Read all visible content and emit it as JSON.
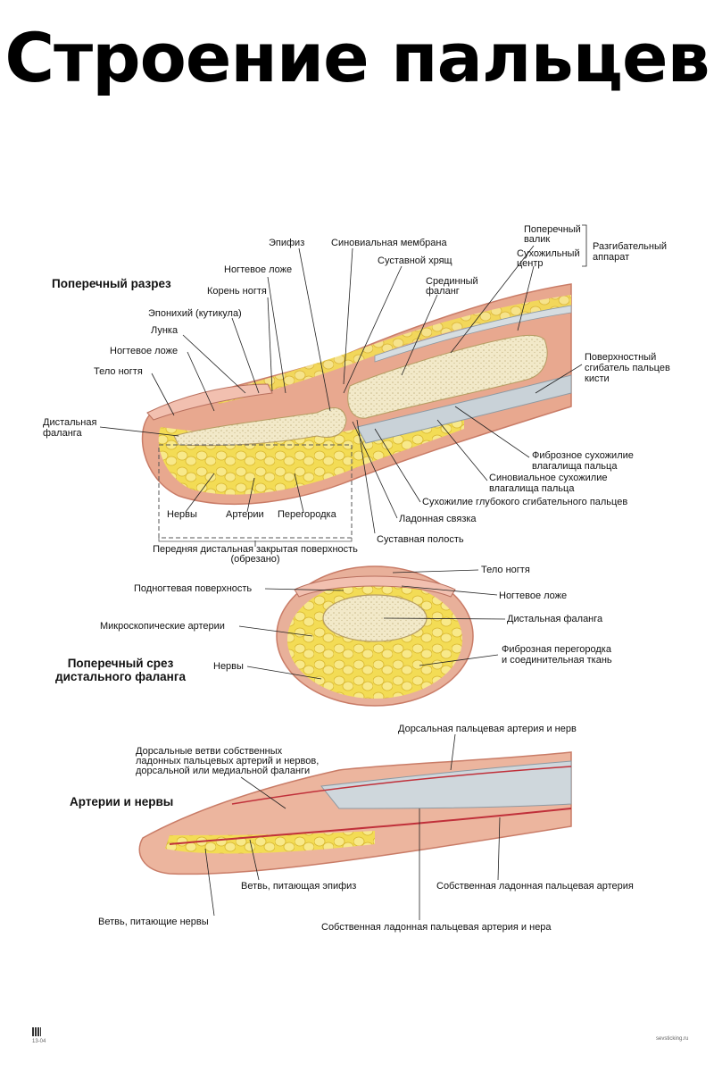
{
  "title": "Строение пальцев",
  "sections": {
    "longitudinal": "Поперечный разрез",
    "cross": "Поперечный срез\nдистального фаланга",
    "arteries": "Артерии и нервы"
  },
  "labels_top": {
    "epiphysis": "Эпифиз",
    "synovial_membrane": "Синовиальная мембрана",
    "transverse_roll": "Поперечный\nвалик",
    "tendon_center": "Сухожильный\nцентр",
    "extensor": "Разгибательный\nаппарат",
    "nail_bed_1": "Ногтевое ложе",
    "articular_cartilage": "Суставной хрящ",
    "nail_root": "Корень ногтя",
    "middle_phalanx": "Срединный\nфаланг",
    "eponychium": "Эпонихий (кутикула)",
    "lunula": "Лунка",
    "nail_bed_2": "Ногтевое ложе",
    "nail_body": "Тело ногтя",
    "superficial_flexor": "Поверхностный\nсгибатель пальцев\nкисти",
    "distal_phalanx": "Дистальная\nфаланга",
    "fibrous_sheath": "Фиброзное сухожилие\nвлагалища пальца",
    "synovial_sheath": "Синовиальное сухожилие\nвлагалища пальца",
    "deep_flexor": "Сухожилие глубокого сгибательного пальцев",
    "nerves": "Нервы",
    "arteries": "Артерии",
    "septum": "Перегородка",
    "palmar_ligament": "Ладонная связка",
    "joint_cavity": "Суставная полость",
    "anterior_surface": "Передняя дистальная закрытая поверхность\n(обрезано)"
  },
  "labels_cross": {
    "nail_body": "Тело ногтя",
    "subungual": "Подногтевая поверхность",
    "nail_bed": "Ногтевое ложе",
    "micro_arteries": "Микроскопические артерии",
    "distal_phalanx": "Дистальная фаланга",
    "fibrous_septum": "Фиброзная перегородка\nи соединительная ткань",
    "nerves": "Нервы"
  },
  "labels_bottom": {
    "dorsal_artery": "Дорсальная пальцевая артерия и нерв",
    "dorsal_branches": "Дорсальные ветви собственных\nладонных пальцевых артерий и нервов,\nдорсальной или медиальной фаланги",
    "branch_epiphysis": "Ветвь, питающая эпифиз",
    "own_palmar_artery": "Собственная ладонная пальцевая артерия",
    "branch_nerves": "Ветвь, питающие нервы",
    "own_palmar_artery_nerve": "Собственная ладонная пальцевая артерия и нера"
  },
  "footer": {
    "code": "13-04",
    "site": "sevsticking.ru"
  },
  "colors": {
    "skin": "#e7a48b",
    "fat": "#f1d648",
    "bone": "#efe6c4",
    "tendon": "#c9d2d8",
    "artery": "#c0303a",
    "leader": "#222222"
  }
}
